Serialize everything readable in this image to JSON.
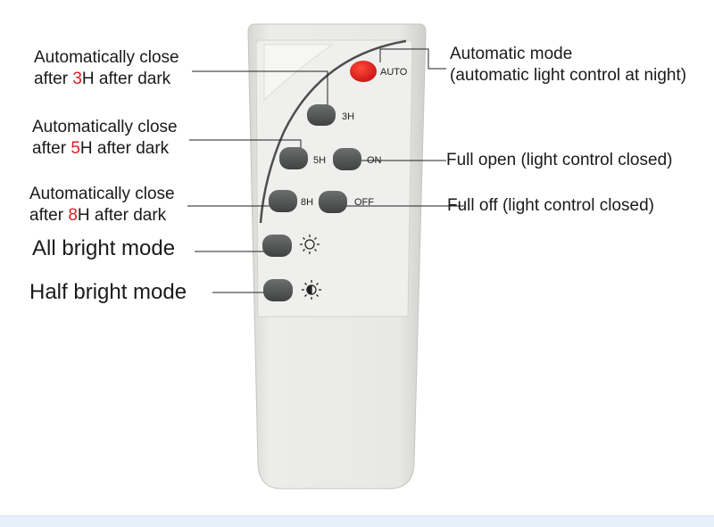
{
  "remote": {
    "buttons": {
      "auto": "AUTO",
      "h3": "3H",
      "h5": "5H",
      "on": "ON",
      "h8": "8H",
      "off": "OFF"
    },
    "icons": {
      "full_bright": "sun-icon",
      "half_bright": "half-sun-icon"
    },
    "colors": {
      "auto_button": "#e01818",
      "gray_button": "#595c5b",
      "body": "#e6e6e4"
    }
  },
  "labels": {
    "close3": {
      "prefix": "Automatically close",
      "line2_pre": "after ",
      "hours": "3",
      "line2_post": "H after dark"
    },
    "close5": {
      "prefix": "Automatically close",
      "line2_pre": "after ",
      "hours": "5",
      "line2_post": "H after dark"
    },
    "close8": {
      "prefix": "Automatically close",
      "line2_pre": "after ",
      "hours": "8",
      "line2_post": "H after dark"
    },
    "all_bright": "All bright mode",
    "half_bright": "Half bright mode",
    "auto_mode_1": "Automatic mode",
    "auto_mode_2": "(automatic light control at night)",
    "full_open": "Full open (light control closed)",
    "full_off": "Full off (light control closed)"
  }
}
